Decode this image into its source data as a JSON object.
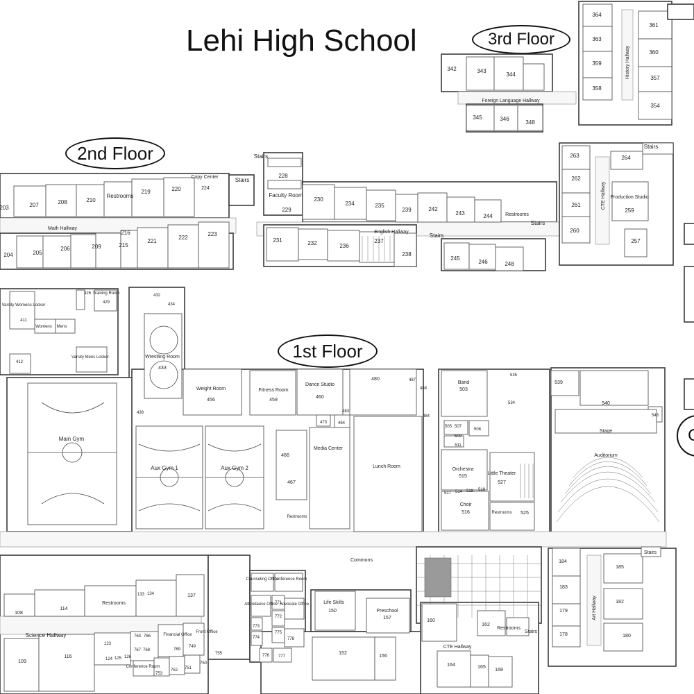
{
  "title": "Lehi High School",
  "floors": {
    "third": "3rd Floor",
    "second": "2nd Floor",
    "first": "1st Floor",
    "partial": "CT"
  },
  "rooms": {
    "third": [
      "342",
      "343",
      "344",
      "345",
      "346",
      "348",
      "364",
      "363",
      "359",
      "358",
      "361",
      "360",
      "357",
      "354"
    ],
    "second": [
      "203",
      "207",
      "208",
      "210",
      "219",
      "220",
      "204",
      "205",
      "206",
      "209",
      "215",
      "216",
      "221",
      "222",
      "223",
      "228",
      "229",
      "230",
      "234",
      "235",
      "239",
      "242",
      "243",
      "244",
      "231",
      "232",
      "236",
      "237",
      "238",
      "245",
      "246",
      "248",
      "263",
      "262",
      "261",
      "260",
      "264",
      "259",
      "257"
    ],
    "second_named": {
      "copy_center": "Copy Center",
      "copy_center_num": "224",
      "faculty": "Faculty Room",
      "production": "Production Studio",
      "restrooms": "Restrooms",
      "stairs": "Stairs"
    },
    "first_top": {
      "varsity_womens": "Varsity Womens Locker",
      "num_411": "411",
      "num_412": "412",
      "womens": "Womens",
      "mens": "Mens",
      "varsity_mens": "Varsity Mens Locker",
      "num_426": "426",
      "training": "Training Room",
      "num_429": "429",
      "num_432": "432",
      "num_434": "434",
      "wrestling": "Wrestling Room",
      "num_433": "433",
      "num_438": "438",
      "weight": "Weight Room",
      "num_456": "456",
      "fitness": "Fitness Room",
      "num_459": "459",
      "dance": "Dance Studio",
      "num_460": "460",
      "num_480": "480",
      "num_487": "487",
      "num_488": "488",
      "num_484": "484",
      "num_483": "483",
      "num_473": "473",
      "num_464": "464",
      "main_gym": "Main Gym",
      "aux1": "Aux Gym 1",
      "aux2": "Aux Gym 2",
      "num_466": "466",
      "num_467": "467",
      "media": "Media Center",
      "lunch": "Lunch Room",
      "band": "Band",
      "num_503": "503",
      "num_535": "535",
      "num_534": "534",
      "num_505": "505",
      "num_507": "507",
      "num_508": "508",
      "num_509": "509",
      "num_511": "511",
      "orchestra": "Orchestra",
      "num_515": "515",
      "num_517": "517",
      "num_514": "514",
      "num_518": "518",
      "num_519": "519",
      "little_theater": "Little Theater",
      "num_527": "527",
      "choir": "Choir",
      "num_516": "516",
      "num_525": "525",
      "num_539": "539",
      "num_540": "540",
      "num_543": "543",
      "stage": "Stage",
      "auditorium": "Auditorium"
    },
    "first_bottom": {
      "commons": "Commons",
      "counseling": "Counseling Office",
      "conference": "Conference Room",
      "attendance": "Attendance Office",
      "advocate": "Advocate Office",
      "life_skills": "Life Skills",
      "num_150": "150",
      "preschool": "Preschool",
      "num_157": "157",
      "num_160": "160",
      "num_162": "162",
      "cte_hallway": "CTE Hallway",
      "num_164": "164",
      "num_165": "165",
      "num_168": "168",
      "num_152": "152",
      "num_156": "156",
      "num_771": "771",
      "num_772": "772",
      "num_773": "773",
      "num_774": "774",
      "num_775": "775",
      "num_776": "776",
      "num_777": "777",
      "num_778": "778",
      "num_108": "108",
      "num_114": "114",
      "num_133": "133",
      "num_134": "134",
      "num_137": "137",
      "science_hallway": "Science Hallway",
      "num_109": "109",
      "num_116": "116",
      "num_123": "123",
      "num_124": "124",
      "num_125": "125",
      "num_126": "126",
      "num_763": "763",
      "num_766": "766",
      "num_767": "767",
      "num_768": "768",
      "financial": "Financial Office",
      "num_769": "769",
      "front": "Front Office",
      "num_749": "749",
      "num_755": "755",
      "conference_small": "Conference Room",
      "num_753": "753",
      "num_752": "752",
      "num_751": "751",
      "num_750": "750",
      "num_184": "184",
      "num_183": "183",
      "num_179": "179",
      "num_178": "178",
      "num_185": "185",
      "num_182": "182",
      "num_180": "180",
      "art_hallway": "Art Hallway"
    }
  },
  "labels": {
    "foreign_language_hallway": "Foreign Language Hallway",
    "history_hallway": "History Hallway",
    "math_hallway": "Math Hallway",
    "english_hallway": "English Hallway",
    "cte_hallway_2": "CTE Hallway",
    "restrooms": "Restrooms",
    "stairs": "Stairs"
  }
}
